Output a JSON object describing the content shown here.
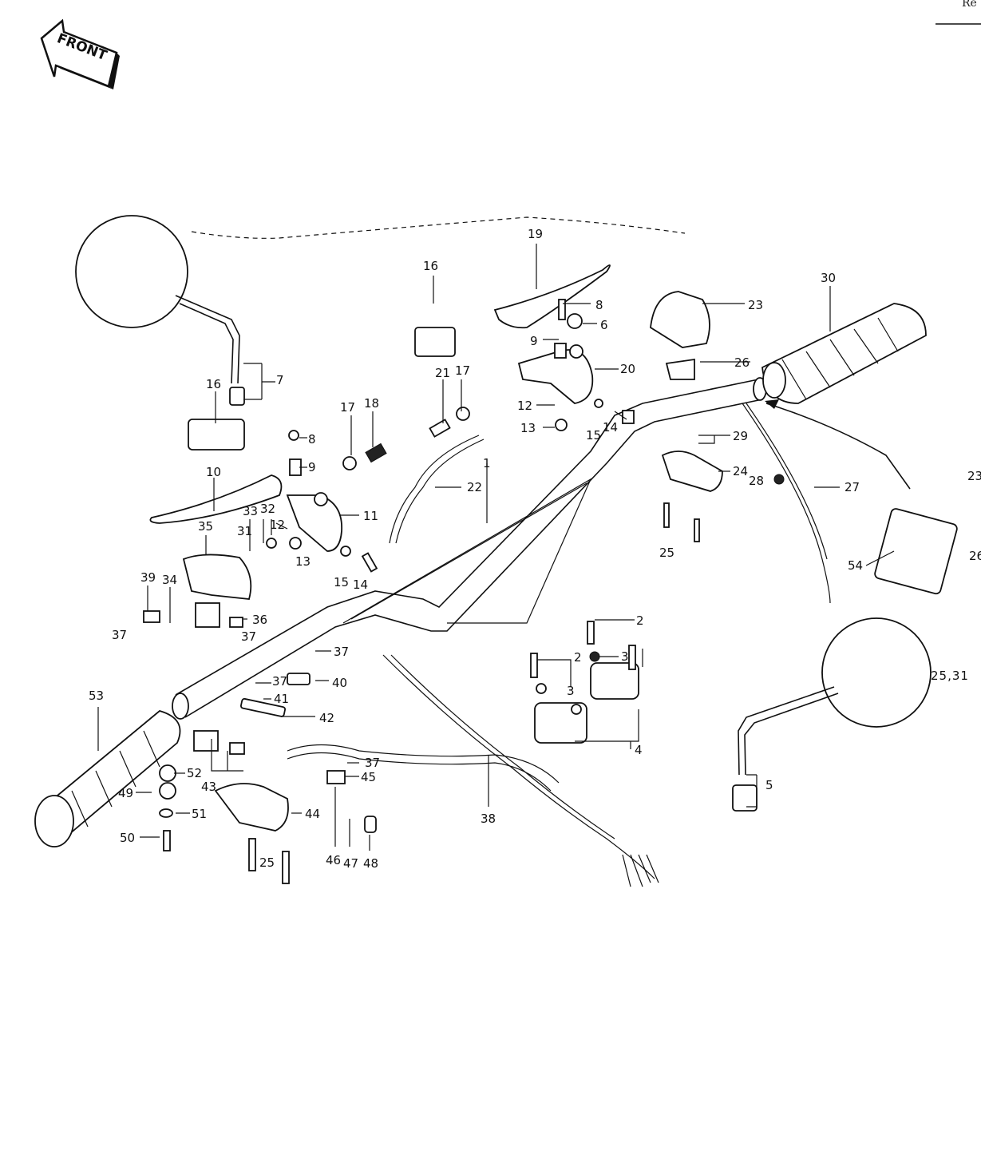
{
  "corner_text": "Re",
  "front_label": "FRONT",
  "part_numbers": {
    "p1": "1",
    "p2a": "2",
    "p2b": "2",
    "p3a": "3",
    "p3b": "3",
    "p4": "4",
    "p5": "5",
    "p6": "6",
    "p7": "7",
    "p8a": "8",
    "p8b": "8",
    "p9a": "9",
    "p9b": "9",
    "p10": "10",
    "p11": "11",
    "p12a": "12",
    "p12b": "12",
    "p13a": "13",
    "p13b": "13",
    "p14a": "14",
    "p14b": "14",
    "p15a": "15",
    "p15b": "15",
    "p16a": "16",
    "p16b": "16",
    "p17a": "17",
    "p17b": "17",
    "p18": "18",
    "p19": "19",
    "p20": "20",
    "p21": "21",
    "p22": "22",
    "p23": "23",
    "p24": "24",
    "p25a": "25",
    "p25b": "25",
    "p26": "26",
    "p27": "27",
    "p28": "28",
    "p29": "29",
    "p30": "30",
    "p31": "31",
    "p32": "32",
    "p33": "33",
    "p34": "34",
    "p35": "35",
    "p36": "36",
    "p37a": "37",
    "p37b": "37",
    "p37c": "37",
    "p37d": "37",
    "p37e": "37",
    "p38": "38",
    "p39": "39",
    "p40": "40",
    "p41": "41",
    "p42": "42",
    "p43": "43",
    "p44": "44",
    "p45": "45",
    "p46": "46",
    "p47": "47",
    "p48": "48",
    "p49": "49",
    "p50": "50",
    "p51": "51",
    "p52": "52",
    "p53": "53",
    "p54": "54",
    "edge23": "23",
    "edge26": "26",
    "edge2531": "25,31"
  },
  "colors": {
    "ink": "#111111",
    "paper": "#ffffff"
  }
}
